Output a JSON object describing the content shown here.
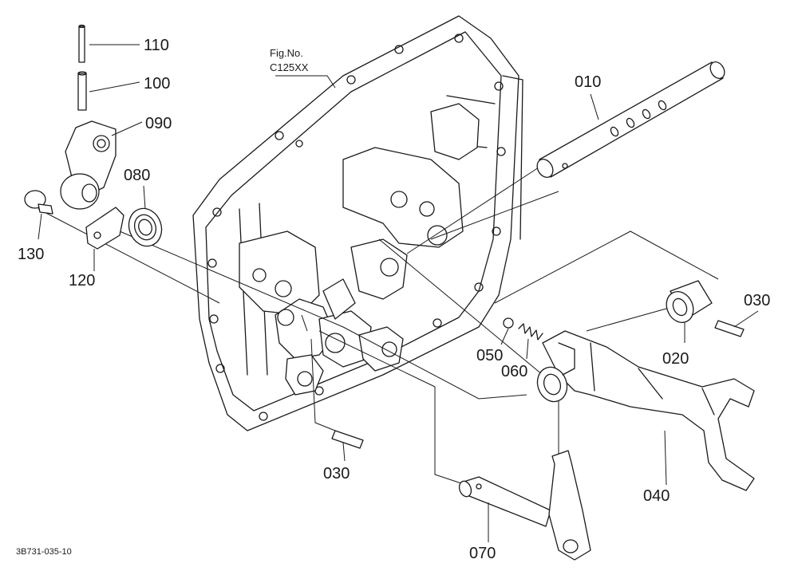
{
  "figure": {
    "label_line1": "Fig.No.",
    "label_line2": "C125XX",
    "drawing_code": "3B731-035-10"
  },
  "callouts": {
    "p010": "010",
    "p020": "020",
    "p030_right": "030",
    "p030_bottom": "030",
    "p040": "040",
    "p050": "050",
    "p060": "060",
    "p070": "070",
    "p080": "080",
    "p090": "090",
    "p100": "100",
    "p110": "110",
    "p120": "120",
    "p130": "130"
  }
}
